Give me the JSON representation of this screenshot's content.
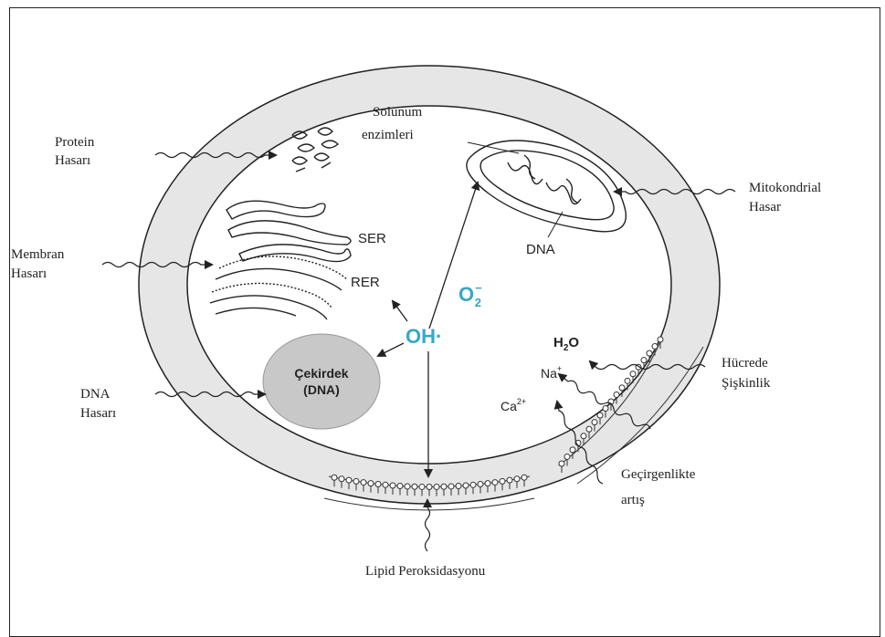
{
  "labels": {
    "protein_damage_l1": "Protein",
    "protein_damage_l2": "Hasarı",
    "membrane_damage_l1": "Membran",
    "membrane_damage_l2": "Hasarı",
    "dna_damage_l1": "DNA",
    "dna_damage_l2": "Hasarı",
    "respiratory_l1": "Solunum",
    "respiratory_l2": "enzimleri",
    "mito_damage_l1": "Mitokondrial",
    "mito_damage_l2": "Hasar",
    "mito_dna": "DNA",
    "ser": "SER",
    "rer": "RER",
    "superoxide": "O",
    "superoxide_sup": "−",
    "superoxide_sub": "2",
    "hydroxyl": "OH·",
    "nucleus_l1": "Çekirdek",
    "nucleus_l2": "(DNA)",
    "water": "H",
    "water_sub": "2",
    "water_o": "O",
    "sodium": "Na",
    "sodium_sup": "+",
    "calcium": "Ca",
    "calcium_sup": "2+",
    "swelling_l1": "Hücrede",
    "swelling_l2": "Şişkinlik",
    "permeability_l1": "Geçirgenlikte",
    "permeability_l2": "artış",
    "lipid": "Lipid Peroksidasyonu"
  },
  "colors": {
    "membrane_fill": "#e6e6e6",
    "nucleus_fill": "#c8c8c8",
    "accent": "#36a8c8",
    "line": "#222222"
  }
}
